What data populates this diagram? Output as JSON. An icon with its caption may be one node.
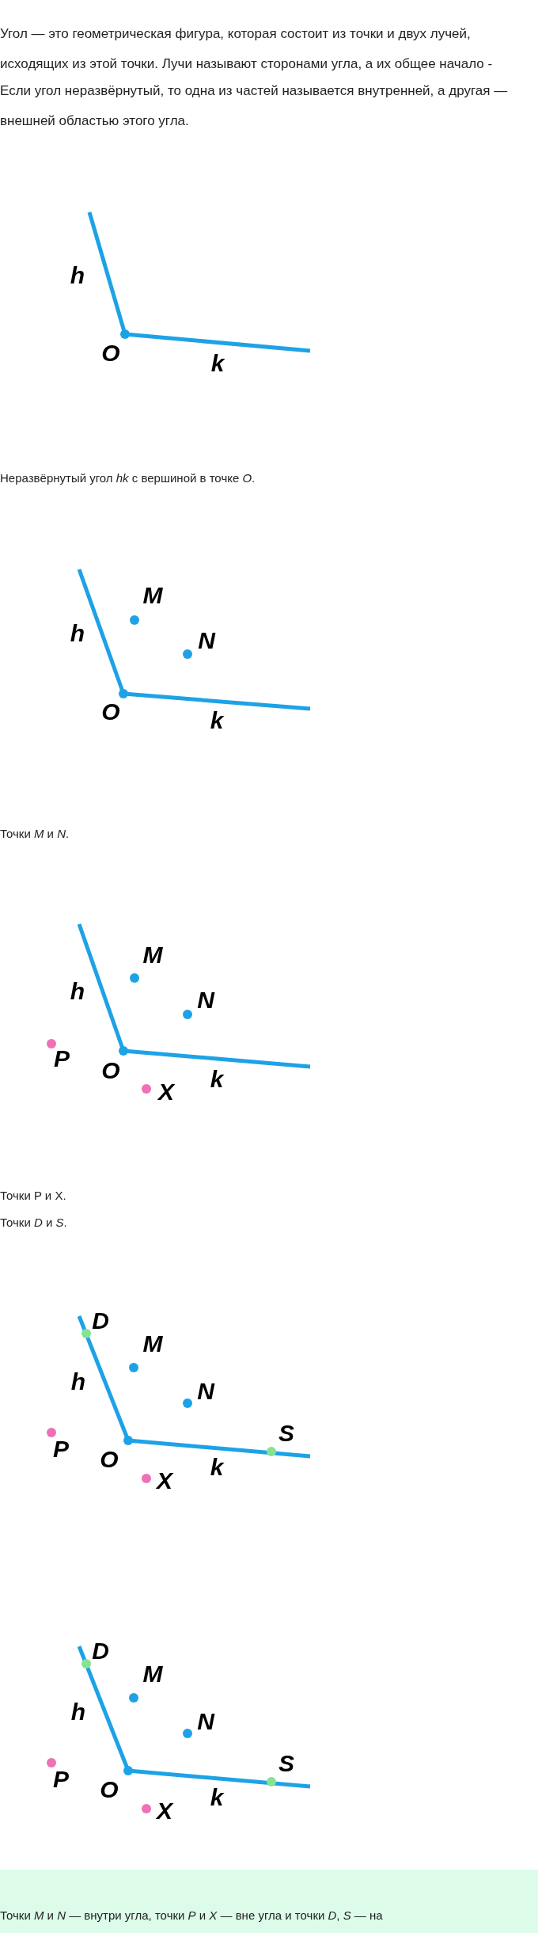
{
  "diagram": {
    "labels": [
      "Угол — это геометрическая фигура, которая состоит из точки и двух лучей, исходящих из этой точки. Лучи называют сторонами угла, а их общее начало -",
      "Если угол неразвёрнутый, то одна из частей называется внутренней, а другая — внешней областью этого угла.",
      "h",
      "O",
      "k",
      "Неразвёрнутый угол *hk* с вершиной в точке *O*.",
      "M",
      "N",
      "h",
      "O",
      "k",
      "Точки *M* и *N*.",
      "M",
      "h",
      "N",
      "P",
      "O",
      "k",
      "X",
      "Точки P и X.",
      "Точки *D* и *S*.",
      "D",
      "M",
      "h",
      "N",
      "P",
      "O",
      "S",
      "k",
      "X",
      "D",
      "M",
      "h",
      "N",
      "P",
      "O",
      "S",
      "k",
      "X",
      "Точки *M* и *N* — внутри угла, точки *P* и *X* — вне угла и точки *D*, *S* — на"
    ]
  }
}
